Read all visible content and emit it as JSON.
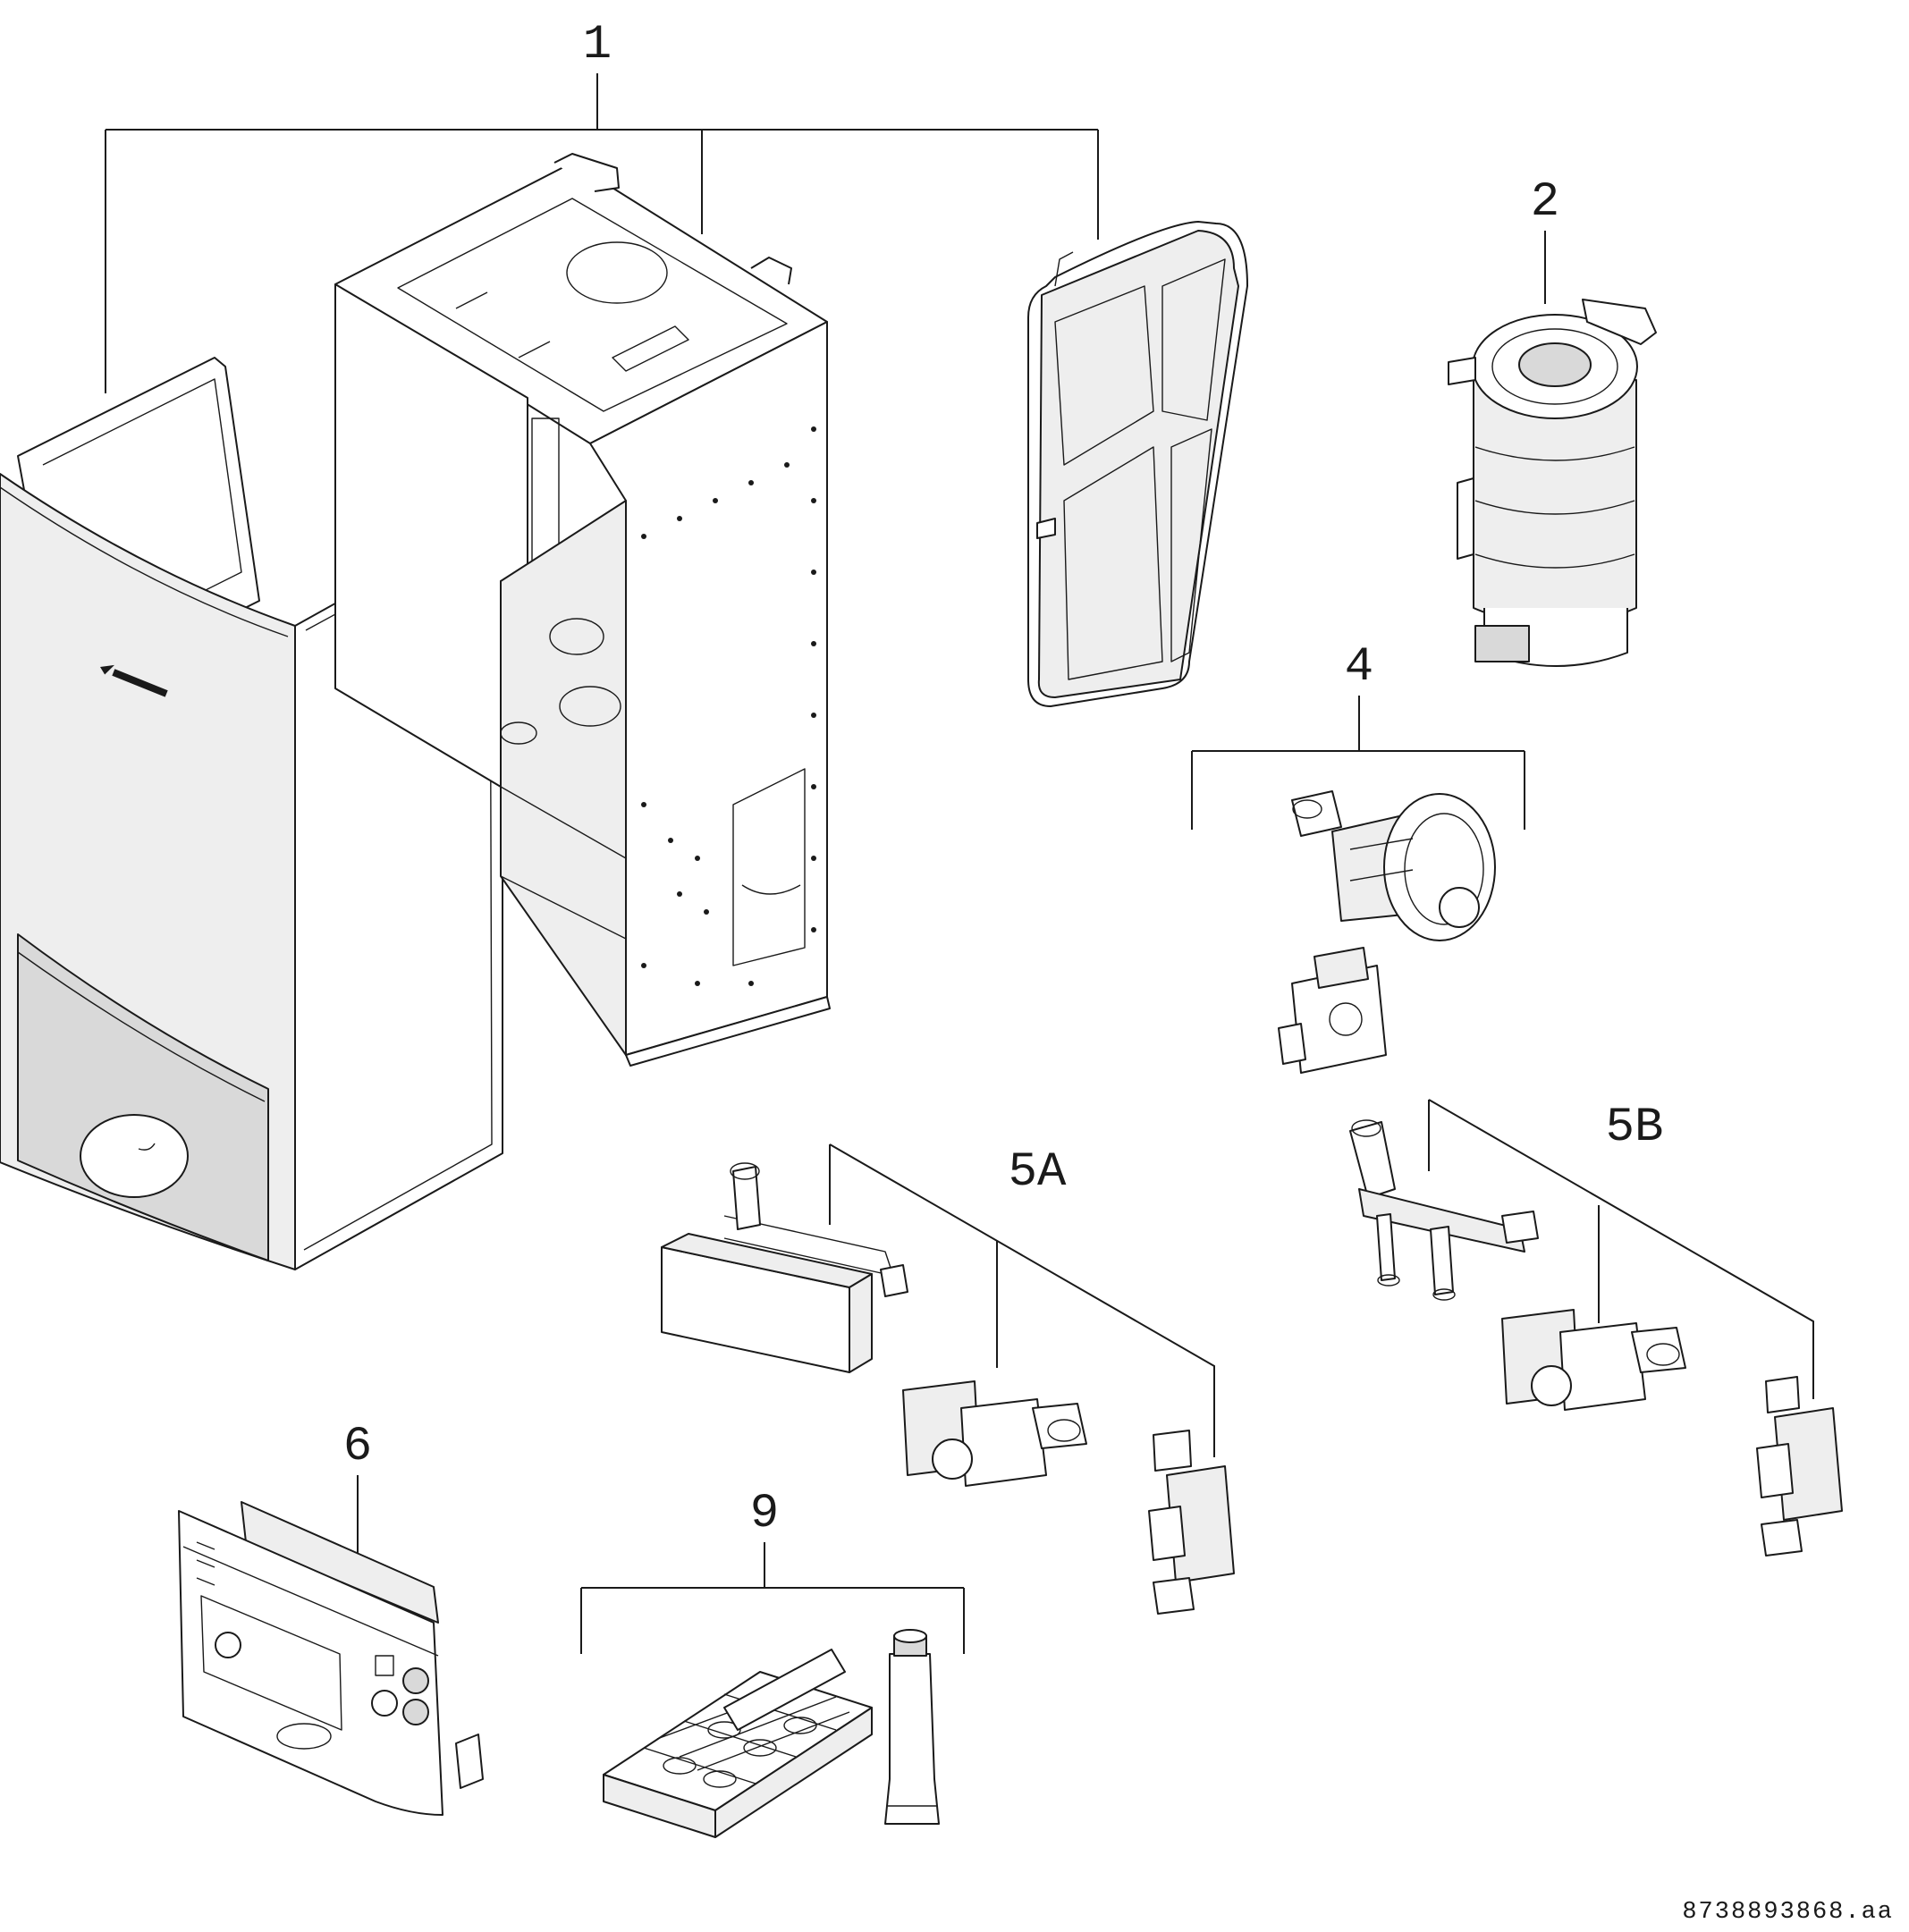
{
  "callouts": {
    "c1": "1",
    "c2": "2",
    "c4": "4",
    "c5a": "5A",
    "c5b": "5B",
    "c6": "6",
    "c9": "9"
  },
  "document_number": "8738893868.aa"
}
